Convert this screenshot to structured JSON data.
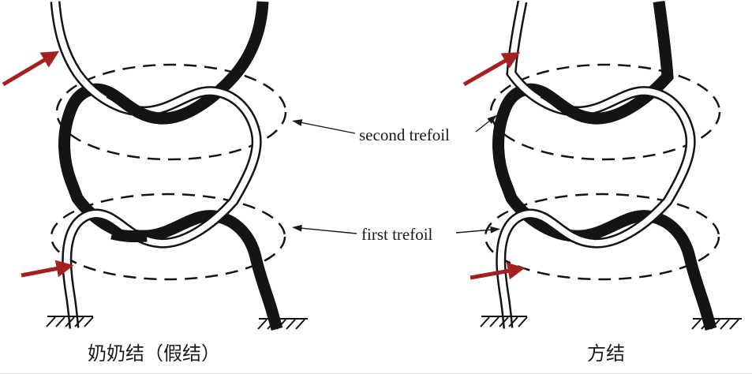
{
  "annotations": {
    "second_trefoil": "second trefoil",
    "first_trefoil": "first trefoil"
  },
  "captions": {
    "left_knot": "奶奶结（假结）",
    "right_knot": "方结"
  },
  "colors": {
    "rope_black": "#141414",
    "red_arrow": "#a52121",
    "label_text": "#1a1a1a",
    "background": "#ffffff"
  }
}
